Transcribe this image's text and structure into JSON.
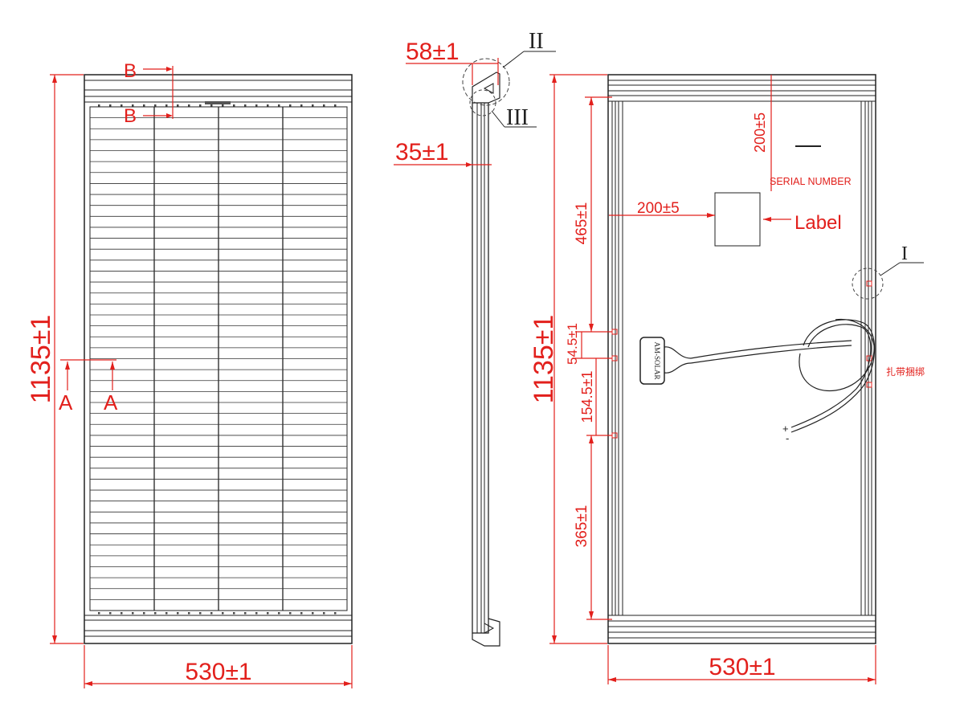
{
  "front_view": {
    "width_dim": "530±1",
    "height_dim": "1135±1",
    "section_a": "A",
    "section_b": "B",
    "cell_rows": 46,
    "cell_columns": 4
  },
  "side_view": {
    "frame_depth_dim": "58±1",
    "frame_thickness_dim": "35±1",
    "detail_ii": "II",
    "detail_iii": "III"
  },
  "back_view": {
    "width_dim": "530±1",
    "height_dim": "1135±1",
    "serial_offset_dim": "200±5",
    "serial_number_label": "SERIAL NUMBER",
    "label_offset_dim": "200±5",
    "label_text": "Label",
    "mount_top_dim": "465±1",
    "mount_gap_dim": "54.5±1",
    "mount_mid_dim": "154.5±1",
    "mount_bottom_dim": "365±1",
    "detail_i": "I",
    "junction_box_brand": "AM-SOLAR",
    "cable_tie_note": "扎带捆绑",
    "plus_sign": "+",
    "minus_sign": "-"
  },
  "colors": {
    "dimension": "#e2201c",
    "outline": "#222222"
  }
}
